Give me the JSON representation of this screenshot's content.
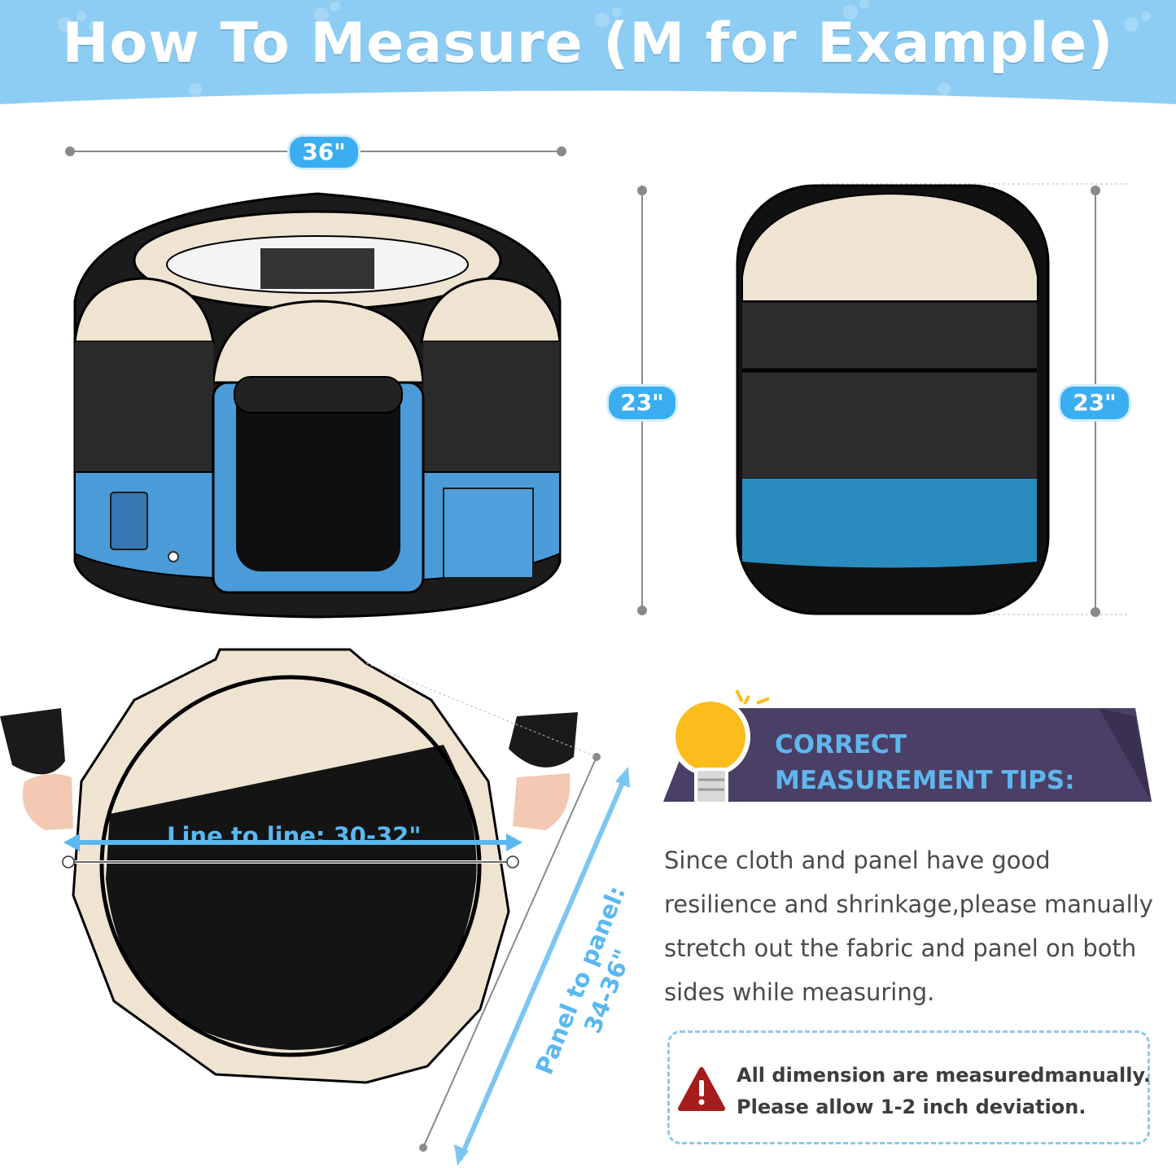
{
  "header": {
    "title": "How To Measure (M for Example)",
    "background_color": "#8ecdf3"
  },
  "dimensions": {
    "width_label": "36\"",
    "height_label_front": "23\"",
    "height_label_side": "23\"",
    "line_to_line": "Line to line: 30-32\"",
    "panel_to_panel_line1": "Panel to panel:",
    "panel_to_panel_line2": "34-36\""
  },
  "tips": {
    "title_line1": "CORRECT",
    "title_line2": "MEASUREMENT TIPS:",
    "body": "Since cloth and panel have good resilience and shrinkage,please manually stretch out the fabric and panel on both sides while measuring.",
    "icon": "lightbulb-icon"
  },
  "note": {
    "line1": "All dimension are measuredmanually.",
    "line2": "Please allow 1-2 inch deviation.",
    "icon": "warning-icon",
    "icon_color": "#a61b1b"
  },
  "colors": {
    "accent_blue": "#3aaef1",
    "fabric_cream": "#efe3d2",
    "fabric_blue": "#4a9bd8",
    "banner_purple": "#4a3f66"
  }
}
